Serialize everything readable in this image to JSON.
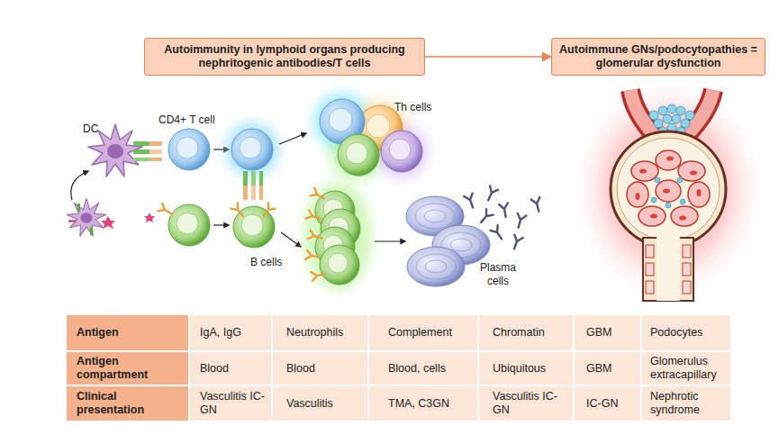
{
  "diagram": {
    "nodes": [
      {
        "text": [
          "Autoimmunity in lymphoid organs producing nephritogenic antibodies/T cells"
        ]
      },
      {
        "text": [
          "Autoimmune GNs/podocytopathies = glomerular dysfunction"
        ]
      }
    ],
    "edges": [
      {
        "from": 0,
        "to": 1,
        "arrow": "to"
      }
    ],
    "labels": [
      "DC",
      "CD4+ T cell",
      "Th cells",
      "B cells",
      "Plasma cells",
      "Antigen",
      "IgA, IgG",
      "Neutrophils",
      "Complement",
      "Chromatin",
      "GBM",
      "Podocytes",
      "Antigen compartment",
      "Blood",
      "Blood",
      "Blood, cells",
      "Ubiquitous",
      "GBM",
      "Glomerulus extracapillary",
      "Clinical presentation",
      "Vasculitis IC-GN",
      "Vasculitis",
      "TMA, C3GN",
      "Vasculitis IC-GN",
      "IC-GN",
      "Nephrotic syndrome"
    ]
  }
}
